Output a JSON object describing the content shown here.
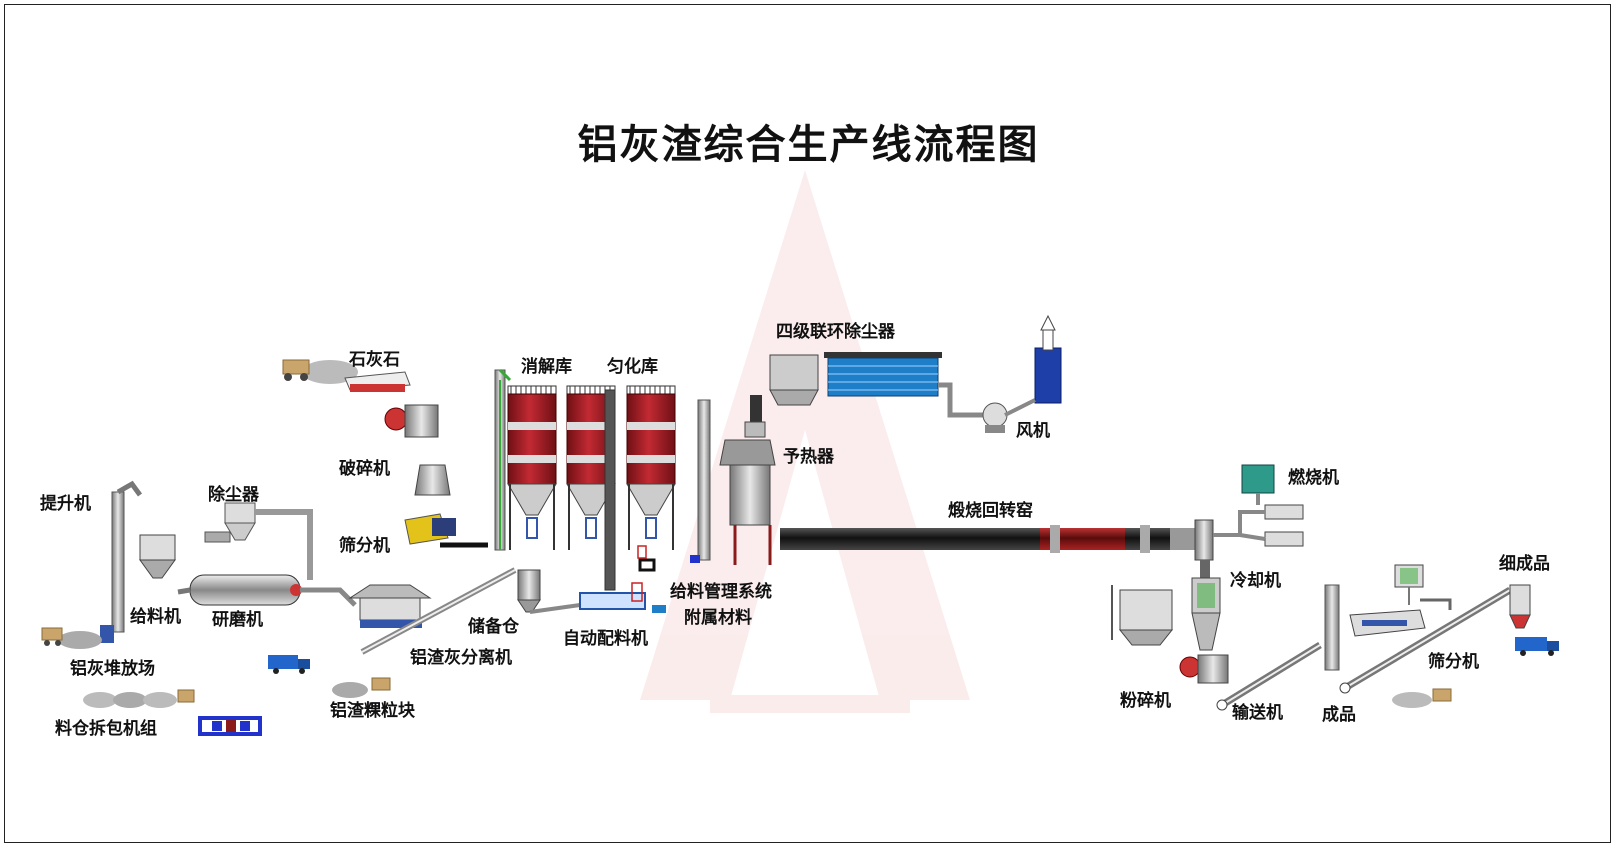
{
  "title": "铝灰渣综合生产线流程图",
  "colors": {
    "silo_red": "#b0232b",
    "kiln_dark": "#2a2a2a",
    "kiln_red": "#8e1a1a",
    "conveyor_gray": "#8a8a8a",
    "dust_blue": "#1e7fc8",
    "truck_blue": "#2266cc",
    "feeder_yellow": "#e3c21a"
  },
  "labels": {
    "limestone": "石灰石",
    "crusher": "破碎机",
    "screen_left": "筛分机",
    "dust_collector": "除尘器",
    "elevator": "提升机",
    "feeder": "给料机",
    "grinder": "研磨机",
    "ash_yard": "铝灰堆放场",
    "unpacking": "料仓拆包机组",
    "separator": "铝渣灰分离机",
    "pellets": "铝渣粿粒块",
    "storage_bin": "储备仓",
    "digestion": "消解库",
    "homogenize": "匀化库",
    "auto_batching": "自动配料机",
    "feed_mgmt": "给料管理系统",
    "auxiliary": "附属材料",
    "four_stage_dust": "四级联环除尘器",
    "fan": "风机",
    "preheater": "予热器",
    "kiln": "煅烧回转窑",
    "burner": "燃烧机",
    "cooler": "冷却机",
    "pulverizer": "粉碎机",
    "conveyor": "输送机",
    "product": "成品",
    "screen_right": "筛分机",
    "fine_product": "细成品"
  }
}
